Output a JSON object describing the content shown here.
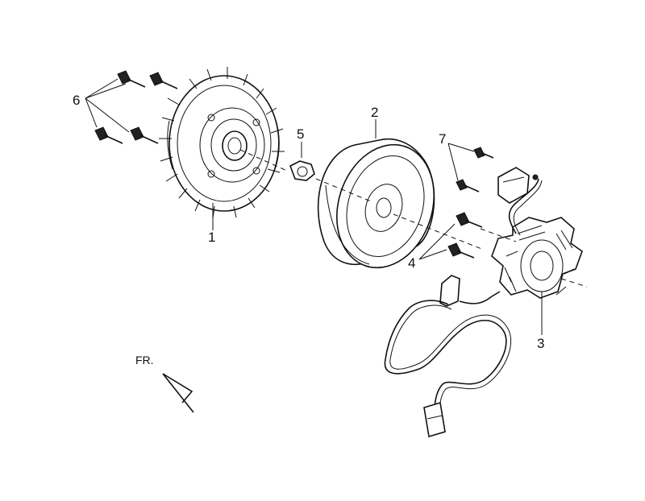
{
  "callouts": {
    "p1": "1",
    "p2": "2",
    "p3": "3",
    "p4": "4",
    "p5": "5",
    "p6": "6",
    "p7": "7"
  },
  "orientation": {
    "label": "FR."
  }
}
